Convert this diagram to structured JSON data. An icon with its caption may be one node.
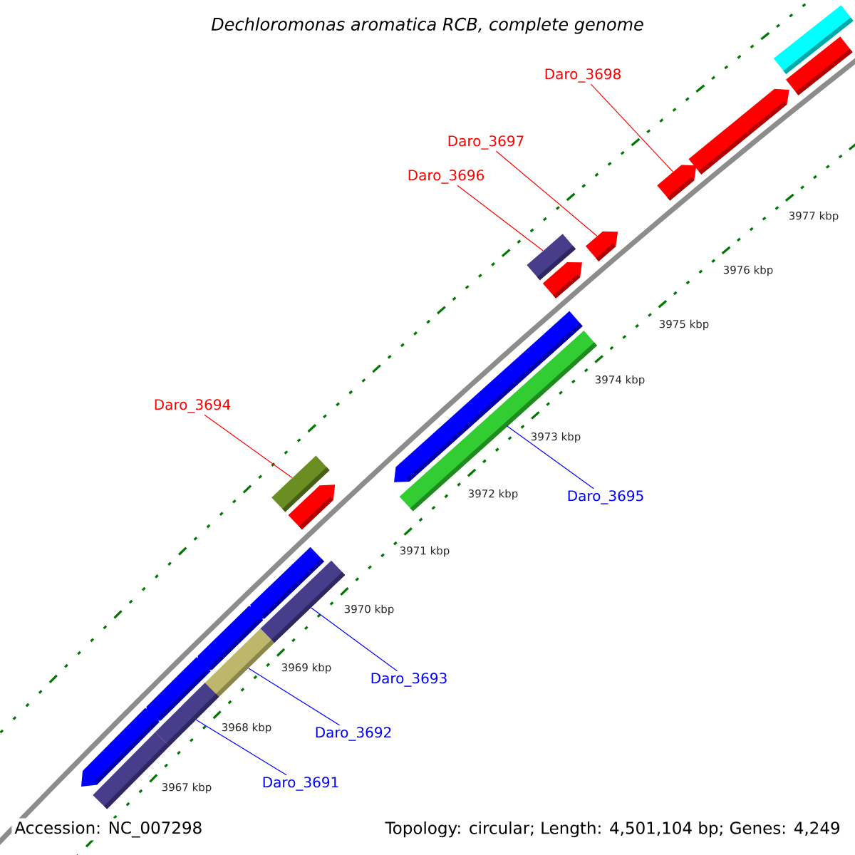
{
  "diagram": {
    "title": "Dechloromonas aromatica RCB, complete genome",
    "nodes": [
      {
        "text": [
          "Daro_3698"
        ]
      },
      {
        "text": [
          "Daro_3697"
        ]
      },
      {
        "text": [
          "Daro_3696"
        ]
      },
      {
        "text": [
          "Daro_3694"
        ]
      },
      {
        "text": [
          "Daro_3695"
        ]
      },
      {
        "text": [
          "Daro_3693"
        ]
      },
      {
        "text": [
          "Daro_3692"
        ]
      },
      {
        "text": [
          "Daro_3691"
        ]
      },
      {
        "text": [],
        "shape": "bar"
      },
      {
        "text": [],
        "shape": "bar"
      },
      {
        "text": [],
        "shape": "bar"
      },
      {
        "text": [],
        "shape": "bar"
      },
      {
        "text": [],
        "shape": "bar"
      },
      {
        "text": [],
        "shape": "bar"
      },
      {
        "text": [],
        "shape": "bar"
      },
      {
        "text": [],
        "shape": "bar"
      },
      {
        "text": [],
        "shape": "bar"
      },
      {
        "text": [],
        "shape": "bar"
      },
      {
        "text": [],
        "shape": "bar"
      },
      {
        "text": [],
        "shape": "bar"
      },
      {
        "text": [],
        "shape": "bar"
      },
      {
        "text": [],
        "shape": "bar"
      },
      {
        "text": [],
        "shape": "bar"
      },
      {
        "text": [],
        "shape": "bar"
      },
      {
        "text": [],
        "shape": "bar"
      },
      {
        "text": [],
        "shape": "bar"
      },
      {
        "text": [],
        "shape": "bar"
      }
    ],
    "edges": [
      {
        "from": 0,
        "to": 8,
        "arrow": "none"
      },
      {
        "from": 1,
        "to": 9,
        "arrow": "none"
      },
      {
        "from": 2,
        "to": 10,
        "arrow": "none"
      },
      {
        "from": 3,
        "to": 11,
        "arrow": "none"
      },
      {
        "from": 4,
        "to": 12,
        "arrow": "none",
        "color": "#0000ff"
      },
      {
        "from": 5,
        "to": 13,
        "arrow": "none",
        "color": "#0000ff"
      },
      {
        "from": 6,
        "to": 14,
        "arrow": "none",
        "color": "#0000ff"
      },
      {
        "from": 7,
        "to": 15,
        "arrow": "none",
        "color": "#0000ff"
      }
    ],
    "labels": [
      "3977 kbp",
      "3976 kbp",
      "3975 kbp",
      "3974 kbp",
      "3973 kbp",
      "3972 kbp",
      "3971 kbp",
      "3970 kbp",
      "3969 kbp",
      "3968 kbp",
      "3967 kbp",
      "Accession: NC_007298",
      "Topology: circular; Length: 4,501,104 bp; Genes: 4,249"
    ]
  }
}
